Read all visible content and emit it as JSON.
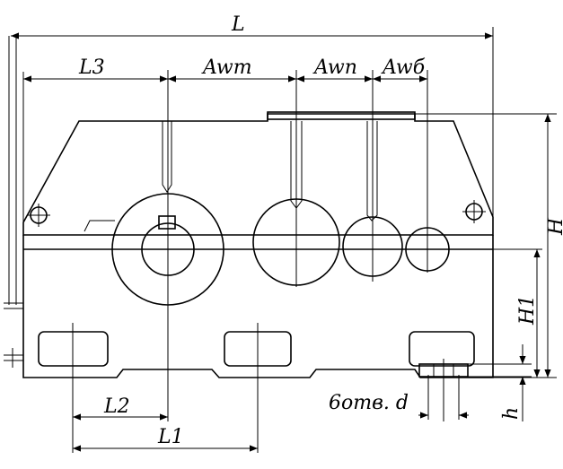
{
  "labels": {
    "L": "L",
    "L1": "L1",
    "L2": "L2",
    "L3": "L3",
    "Awt": "Awт",
    "Awp": "Awп",
    "Awb": "Awб",
    "H": "H",
    "H1": "H1",
    "h": "h",
    "holes": "6отв. d"
  }
}
